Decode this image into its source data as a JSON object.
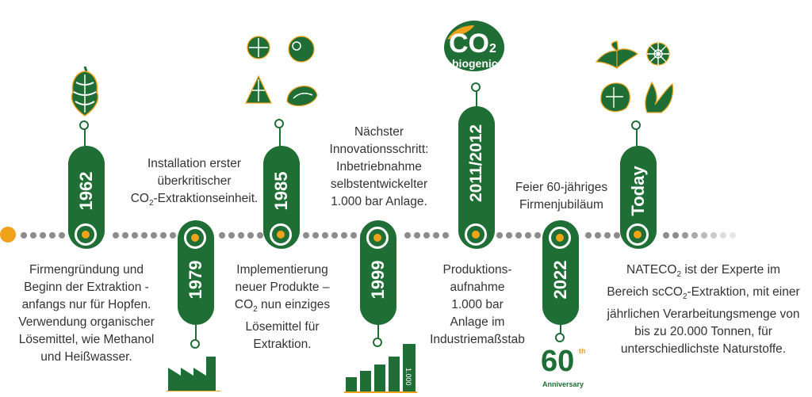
{
  "colors": {
    "green": "#1f6e35",
    "orange": "#f0a21a",
    "dot_gray": "#8c8c8c"
  },
  "milestones": [
    {
      "year": "1962",
      "icon": "hop-icon",
      "text": [
        "Firmengründung und",
        "Beginn der Extraktion -",
        "anfangs nur für Hopfen.",
        "Verwendung organischer",
        "Lösemittel, wie Methanol",
        "und Heißwasser."
      ]
    },
    {
      "year": "1979",
      "icon": "factory-icon",
      "text_a": "Installation erster",
      "text_b": "überkritischer",
      "text_c_prefix": "CO",
      "text_c_sub": "2",
      "text_c_suffix": "-Extraktionseinheit."
    },
    {
      "year": "1985",
      "icon": "plants-icon",
      "text_a": "Implementierung",
      "text_b": "neuer Produkte –",
      "text_c_prefix": "CO",
      "text_c_sub": "2",
      "text_c_suffix": " nun einziges",
      "text_d": "Lösemittel für",
      "text_e": "Extraktion."
    },
    {
      "year": "1999",
      "icon": "bar-chart-icon",
      "bar_label": "1.000",
      "text": [
        "Nächster",
        "Innovationsschritt:",
        "Inbetriebnahme",
        "selbstentwickelter",
        "1.000 bar Anlage."
      ]
    },
    {
      "year": "2011/2012",
      "icon": "co2-biogenic-logo",
      "logo_co": "CO",
      "logo_sub": "2",
      "logo_word": "biogenic",
      "text": [
        "Produktions-",
        "aufnahme",
        "1.000 bar",
        "Anlage im",
        "Industriemaßstab"
      ]
    },
    {
      "year": "2022",
      "icon": "anniversary-60-icon",
      "logo_num": "60",
      "logo_th": "th",
      "logo_word": "Anniversary",
      "text": [
        "Feier 60-jähriges",
        "Firmenjubiläum"
      ]
    },
    {
      "year": "Today",
      "icon": "botanicals-icon",
      "text_a_prefix": "NATECO",
      "text_a_sub": "2",
      "text_a_suffix": " ist der Experte im",
      "text_b_prefix": "Bereich scCO",
      "text_b_sub": "2",
      "text_b_suffix": "-Extraktion, mit einer",
      "text_c": "jährlichen Verarbeitungsmenge von",
      "text_d": "bis zu 20.000 Tonnen, für",
      "text_e": "unterschiedlichste Naturstoffe."
    }
  ]
}
